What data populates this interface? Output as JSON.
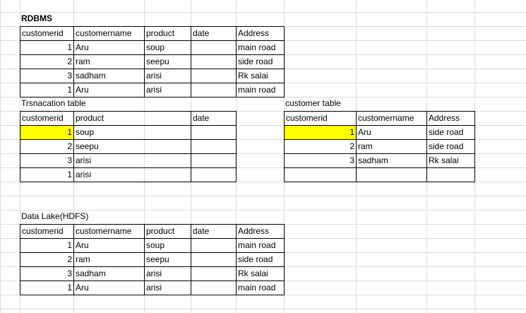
{
  "rdbms": {
    "title": "RDBMS",
    "headers": [
      "customerid",
      "customername",
      "product",
      "date",
      "Address"
    ],
    "rows": [
      [
        "1",
        "Aru",
        "soup",
        "",
        "main road"
      ],
      [
        "2",
        "ram",
        "seepu",
        "",
        "side road"
      ],
      [
        "3",
        "sadham",
        "arisi",
        "",
        "Rk salai"
      ],
      [
        "1",
        "Aru",
        "arisi",
        "",
        "main road"
      ]
    ]
  },
  "transaction": {
    "title": "Trsnacation table",
    "headers": [
      "customerid",
      "product",
      "date"
    ],
    "rows": [
      [
        "1",
        "soup",
        ""
      ],
      [
        "2",
        "seepu",
        ""
      ],
      [
        "3",
        "arisi",
        ""
      ],
      [
        "1",
        "arisi",
        ""
      ]
    ]
  },
  "customer": {
    "title": "customer table",
    "headers": [
      "customerid",
      "customername",
      "Address"
    ],
    "rows": [
      [
        "1",
        "Aru",
        "side road"
      ],
      [
        "2",
        "ram",
        "side road"
      ],
      [
        "3",
        "sadham",
        "Rk salai"
      ],
      [
        "",
        "",
        ""
      ]
    ]
  },
  "datalake": {
    "title": "Data Lake(HDFS)",
    "headers": [
      "customerid",
      "customername",
      "product",
      "date",
      "Address"
    ],
    "rows": [
      [
        "1",
        "Aru",
        "soup",
        "",
        "main road"
      ],
      [
        "2",
        "ram",
        "seepu",
        "",
        "side road"
      ],
      [
        "3",
        "sadham",
        "arisi",
        "",
        "Rk salai"
      ],
      [
        "1",
        "Aru",
        "arisi",
        "",
        "main road"
      ]
    ]
  },
  "highlight_color": "#ffff00"
}
